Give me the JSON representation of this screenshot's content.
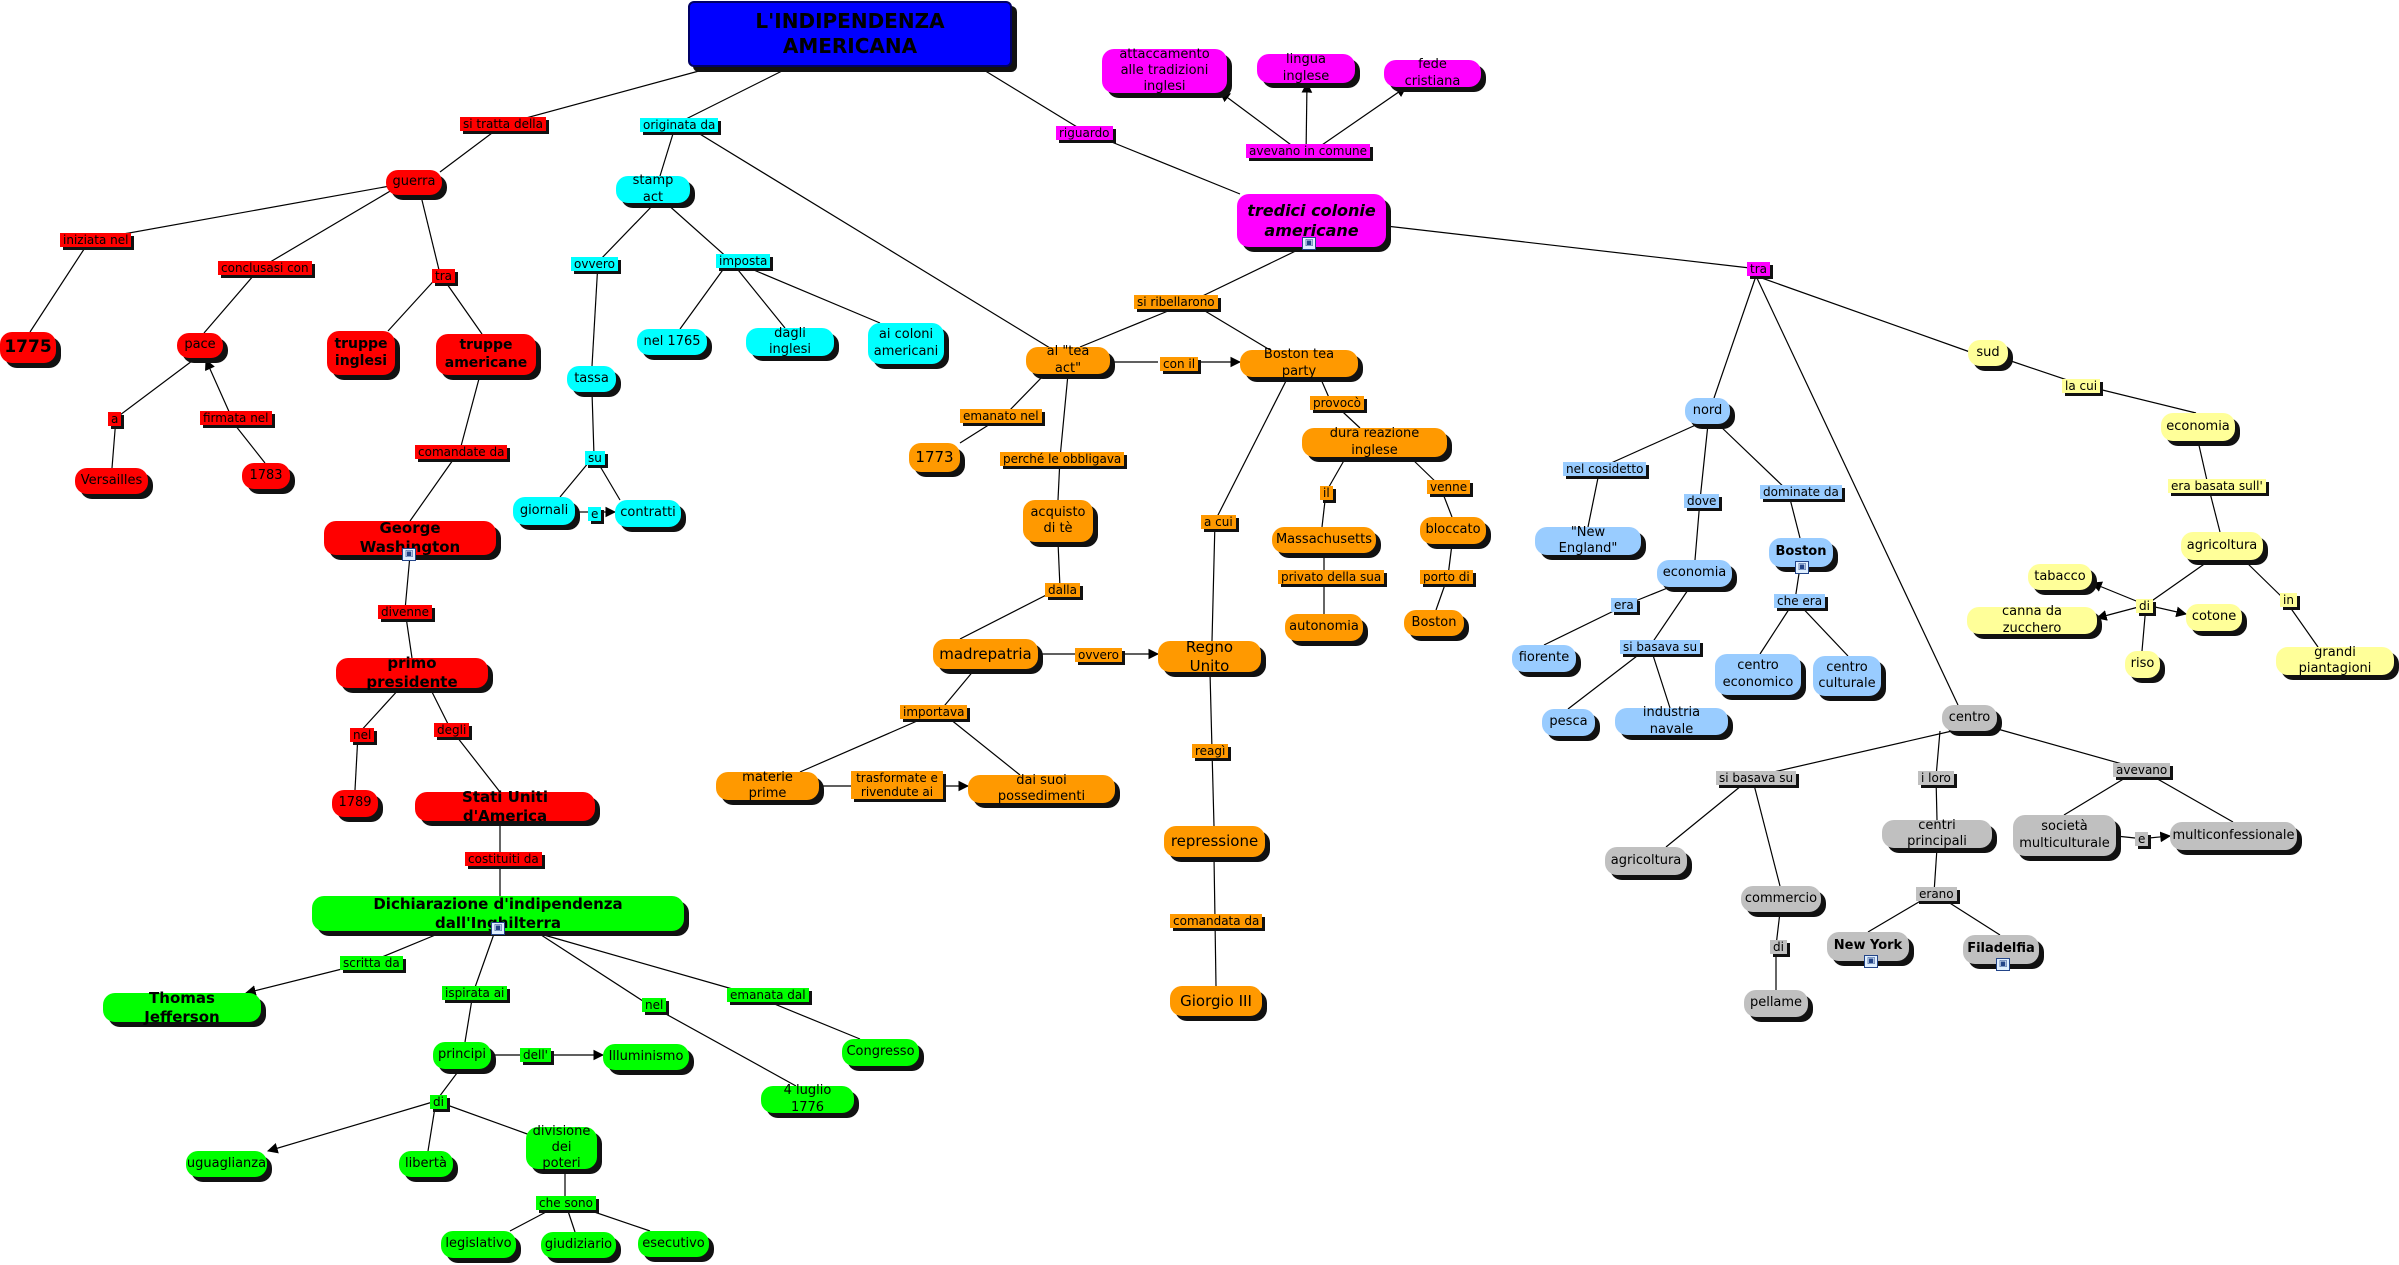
{
  "title": "L'INDIPENDENZA AMERICANA",
  "colors": {
    "title": "#0000ff",
    "red": "#ff0000",
    "cyan": "#00ffff",
    "magenta": "#ff00ff",
    "orange": "#ff9900",
    "blue": "#99ccff",
    "yellow": "#ffff99",
    "gray": "#c0c0c0",
    "green": "#00ff00",
    "line": "#000000"
  },
  "nodes": {
    "title": "L'INDIPENDENZA AMERICANA",
    "guerra": "guerra",
    "y1775": "1775",
    "pace": "pace",
    "versailles": "Versailles",
    "y1783": "1783",
    "truppe_inglesi": "truppe inglesi",
    "truppe_americane": "truppe americane",
    "washington": "George Washington",
    "primo_presidente": "primo presidente",
    "y1789": "1789",
    "stati_uniti": "Stati Uniti d'America",
    "dichiarazione": "Dichiarazione d'indipendenza dall'Inghilterra",
    "jefferson": "Thomas Jefferson",
    "congresso": "Congresso",
    "luglio1776": "4 luglio 1776",
    "principi": "principi",
    "illuminismo": "Illuminismo",
    "uguaglianza": "uguaglianza",
    "liberta": "libertà",
    "divisione": "divisione dei poteri",
    "legislativo": "legislativo",
    "giudiziario": "giudiziario",
    "esecutivo": "esecutivo",
    "stamp_act": "stamp act",
    "tassa": "tassa",
    "giornali": "giornali",
    "contratti": "contratti",
    "nel1765": "nel 1765",
    "dagli_inglesi": "dagli inglesi",
    "ai_coloni": "ai coloni americani",
    "attaccamento": "attaccamento alle tradizioni inglesi",
    "lingua": "lingua inglese",
    "fede": "fede cristiana",
    "tredici": "tredici colonie americane",
    "tea_act": "al \"tea act\"",
    "boston_tea": "Boston tea party",
    "y1773": "1773",
    "acquisto": "acquisto di tè",
    "madrepatria": "madrepatria",
    "regno_unito": "Regno Unito",
    "materie_prime": "materie prime",
    "possedimenti": "dai suoi possedimenti",
    "dura_reazione": "dura reazione inglese",
    "massachusetts": "Massachusetts",
    "autonomia": "autonomia",
    "bloccato": "bloccato",
    "boston_porto": "Boston",
    "repressione": "repressione",
    "giorgio": "Giorgio III",
    "nord": "nord",
    "new_england": "\"New England\"",
    "economia_nord": "economia",
    "fiorente": "fiorente",
    "pesca": "pesca",
    "industria": "industria navale",
    "boston_city": "Boston",
    "centro_economico": "centro economico",
    "centro_culturale": "centro culturale",
    "sud": "sud",
    "economia_sud": "economia",
    "agricoltura_sud": "agricoltura",
    "tabacco": "tabacco",
    "canna": "canna da zucchero",
    "cotone": "cotone",
    "riso": "riso",
    "piantagioni": "grandi piantagioni",
    "centro": "centro",
    "agricoltura_centro": "agricoltura",
    "commercio": "commercio",
    "pellame": "pellame",
    "centri_principali": "centri principali",
    "new_york": "New York",
    "filadelfia": "Filadelfia",
    "societa": "società multiculturale",
    "multiconfessionale": "multiconfessionale"
  },
  "links": {
    "si_tratta": "si tratta della",
    "iniziata_nel": "iniziata nel",
    "conclusasi": "conclusasi con",
    "tra": "tra",
    "a_pace": "a",
    "firmata": "firmata nel",
    "comandate": "comandate da",
    "divenne": "divenne",
    "nel_pres": "nel",
    "degli": "degli",
    "costituiti": "costituiti da",
    "scritta": "scritta da",
    "emanata_dal": "emanata dal",
    "nel_dich": "nel",
    "ispirata": "ispirata ai",
    "dell": "dell'",
    "di_princ": "di",
    "che_sono": "che sono",
    "originata": "originata da",
    "ovvero_tassa": "ovvero",
    "su": "su",
    "e": "e",
    "imposta": "imposta",
    "riguardo": "riguardo",
    "avevano_comune": "avevano in comune",
    "si_ribellarono": "si ribellarono",
    "con_il": "con il",
    "emanato_nel": "emanato nel",
    "perche": "perché le obbligava",
    "dalla": "dalla",
    "ovvero_madre": "ovvero",
    "importava": "importava",
    "trasformate": "trasformate e rivendute ai",
    "provoco": "provocò",
    "il": "il",
    "privato": "privato della sua",
    "venne": "venne",
    "porto_di": "porto di",
    "a_cui": "a cui",
    "reagi": "reagì",
    "comandata": "comandata da",
    "tra_col": "tra",
    "nel_cosidetto": "nel cosidetto",
    "dove": "dove",
    "dominate": "dominate da",
    "era_nord": "era",
    "si_basava_nord": "si basava su",
    "che_era": "che era",
    "la_cui": "la cui",
    "era_basata": "era basata sull'",
    "di_sud": "di",
    "in_sud": "in",
    "si_basava_centro": "si basava su",
    "i_loro": "i loro",
    "avevano": "avevano",
    "di_centro": "di",
    "erano": "erano",
    "e_centro": "e"
  }
}
